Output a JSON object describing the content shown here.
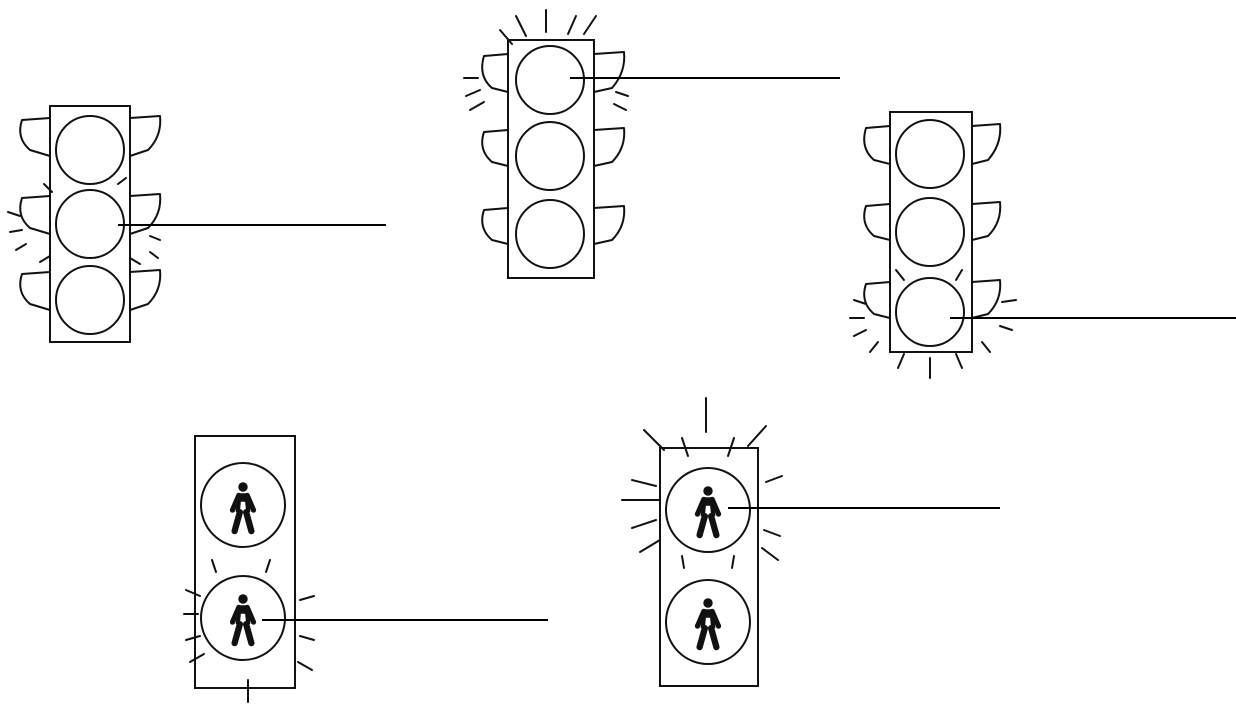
{
  "diagram": {
    "kind": "traffic-signal-labeling-worksheet",
    "label_blanks": [
      {
        "id": "yellow-light-blank",
        "text": ""
      },
      {
        "id": "red-light-blank",
        "text": ""
      },
      {
        "id": "green-light-blank",
        "text": ""
      },
      {
        "id": "walk-signal-blank",
        "text": ""
      },
      {
        "id": "dont-walk-signal-blank",
        "text": ""
      }
    ],
    "signals": [
      {
        "name": "three-lamp-signal-middle-lit",
        "type": "vehicle",
        "lit_lamp": "middle"
      },
      {
        "name": "three-lamp-signal-top-lit",
        "type": "vehicle",
        "lit_lamp": "top"
      },
      {
        "name": "three-lamp-signal-bottom-lit",
        "type": "vehicle",
        "lit_lamp": "bottom"
      },
      {
        "name": "pedestrian-signal-bottom-lit",
        "type": "pedestrian",
        "lit_lamp": "bottom",
        "icon": "walking-person-icon"
      },
      {
        "name": "pedestrian-signal-top-lit",
        "type": "pedestrian",
        "lit_lamp": "top",
        "icon": "walking-person-icon"
      }
    ],
    "colors": {
      "ink": "#111111",
      "paper": "#ffffff"
    }
  }
}
